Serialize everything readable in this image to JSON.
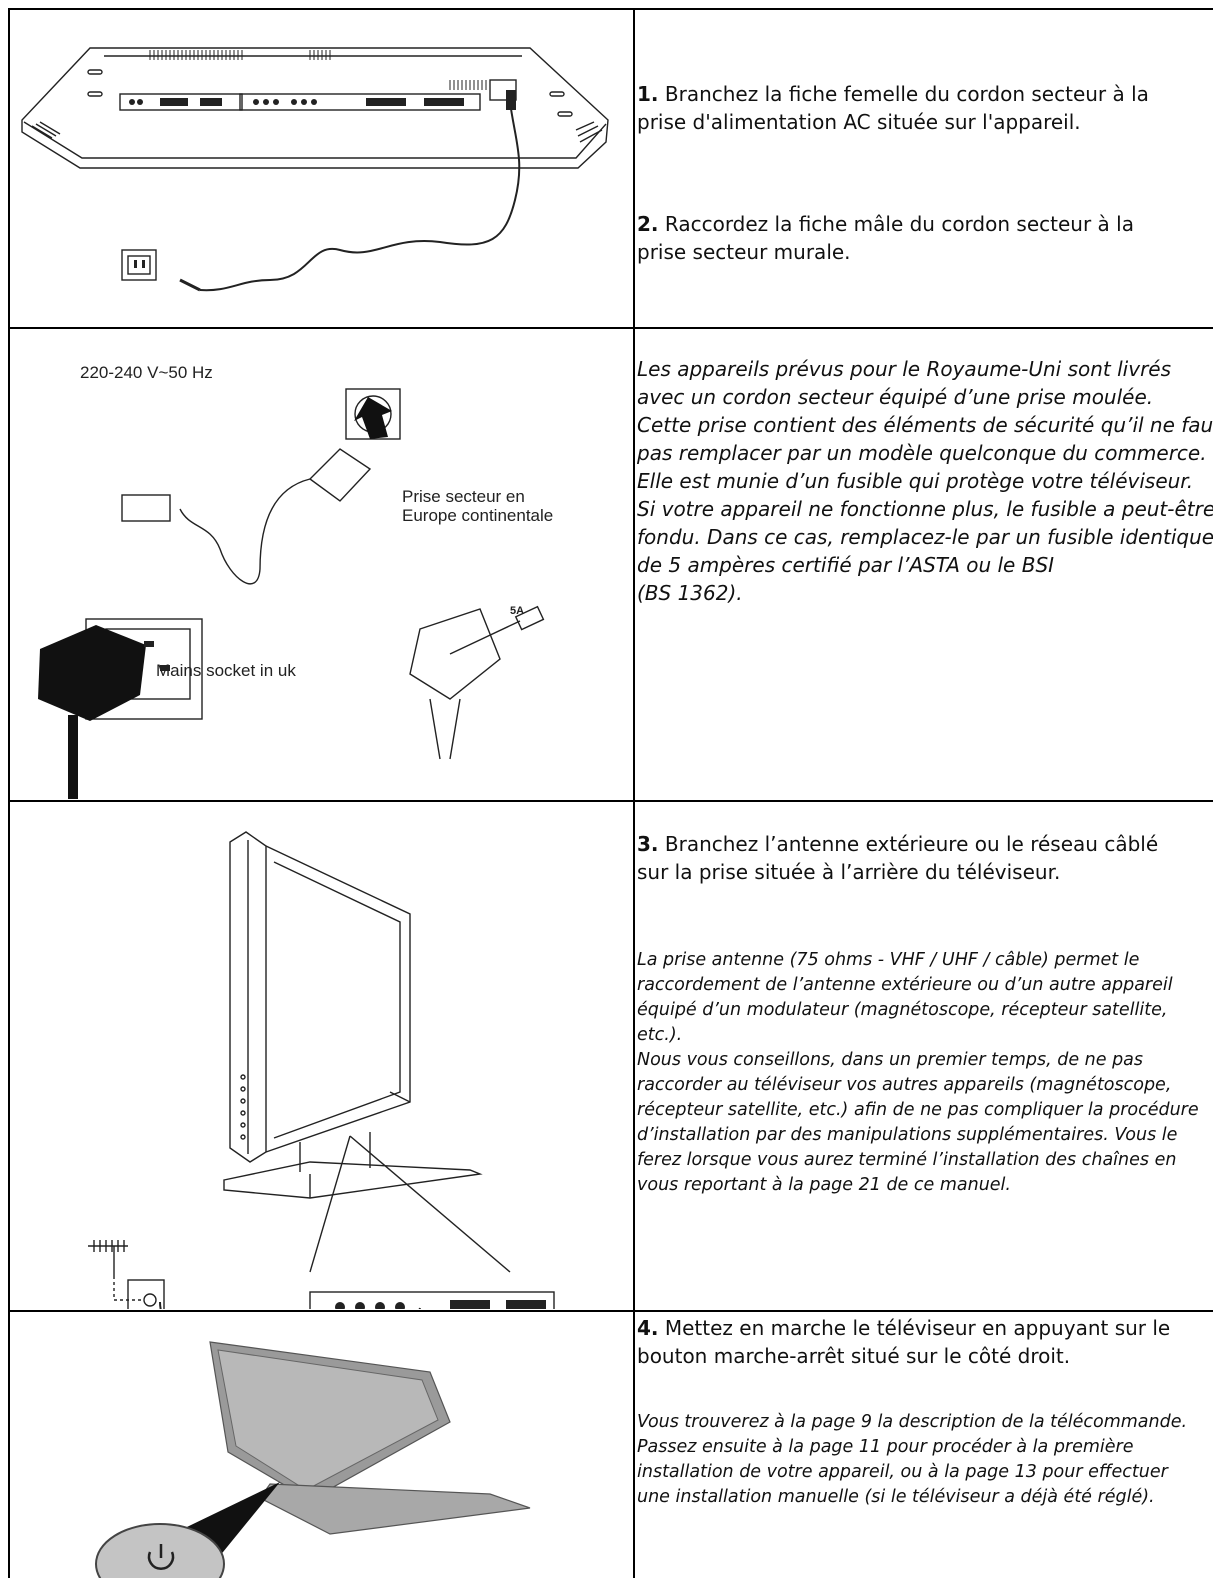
{
  "row1": {
    "step1_num": "1.",
    "step1_line1": " Branchez la fiche femelle du cordon secteur à la",
    "step1_line2": "prise d'alimentation AC située sur l'appareil.",
    "step2_num": "2.",
    "step2_line1": " Raccordez la fiche mâle du cordon secteur à la",
    "step2_line2": "prise secteur murale."
  },
  "row2": {
    "voltage_label": "220-240 V~50 Hz",
    "continental_label_line1": "Prise secteur en",
    "continental_label_line2": "Europe continentale",
    "uk_label": "Mains socket in uk",
    "fuse_label": "5A",
    "uk_lines": [
      "Les appareils prévus pour le Royaume-Uni sont livrés",
      "avec un cordon secteur équipé d’une prise moulée.",
      "Cette prise contient des éléments de sécurité qu’il ne faut",
      "pas remplacer par un modèle quelconque du commerce.",
      "Elle est munie d’un fusible qui protège votre téléviseur.",
      "Si votre appareil ne fonctionne plus, le fusible a peut-être",
      "fondu. Dans ce cas, remplacez-le par un fusible identique",
      "de 5 ampères certifié par l’ASTA ou le BSI",
      "(BS 1362)."
    ]
  },
  "row3": {
    "step3_num": "3.",
    "step3_line1": " Branchez l’antenne extérieure ou le réseau câblé",
    "step3_line2": "sur la prise située à l’arrière du téléviseur.",
    "antenna_lines": [
      "La prise antenne (75 ohms - VHF / UHF / câble) permet le",
      "raccordement de l’antenne extérieure ou d’un autre appareil",
      "équipé d’un modulateur (magnétoscope, récepteur satellite,",
      "etc.).",
      "Nous vous conseillons, dans un premier temps, de ne pas",
      "raccorder au téléviseur vos autres appareils (magnétoscope,",
      "récepteur satellite, etc.) afin de ne pas compliquer la procédure",
      "d’installation par des manipulations supplémentaires. Vous le",
      "ferez lorsque vous aurez terminé l’installation des chaînes en",
      "vous reportant à la page 21 de ce manuel."
    ]
  },
  "row4": {
    "step4_num": "4.",
    "step4_line1": " Mettez en marche le téléviseur en appuyant sur le",
    "step4_line2": "bouton marche-arrêt situé sur le côté droit.",
    "remote_lines": [
      "Vous trouverez à la page 9 la description de la télécommande.",
      "Passez ensuite à la page 11 pour procéder à la première",
      "installation de votre appareil, ou à la page 13 pour effectuer",
      "une installation manuelle (si le téléviseur a déjà été réglé)."
    ]
  }
}
